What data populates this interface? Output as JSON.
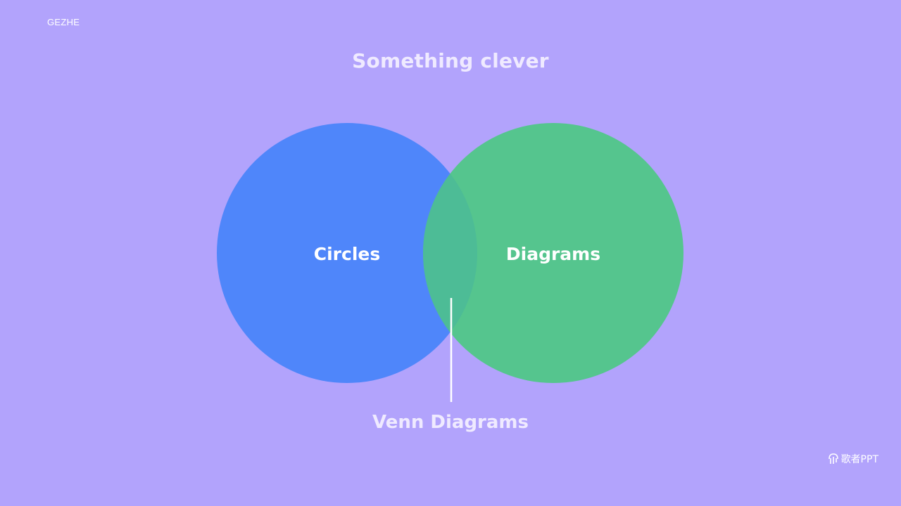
{
  "brand": {
    "text": "GEZHE"
  },
  "title": "Something clever",
  "venn": {
    "sets": [
      {
        "label": "Circles",
        "color": "#4f86fa"
      },
      {
        "label": "Diagrams",
        "color": "#55c58e"
      }
    ],
    "intersection": {
      "label": "Venn Diagrams",
      "color": "#4dbc96"
    }
  },
  "colors": {
    "background": "#b2a3fc",
    "callout_line": "#ffffff"
  },
  "footer": {
    "logo_text": "歌者PPT",
    "icon": "waveform-icon"
  }
}
